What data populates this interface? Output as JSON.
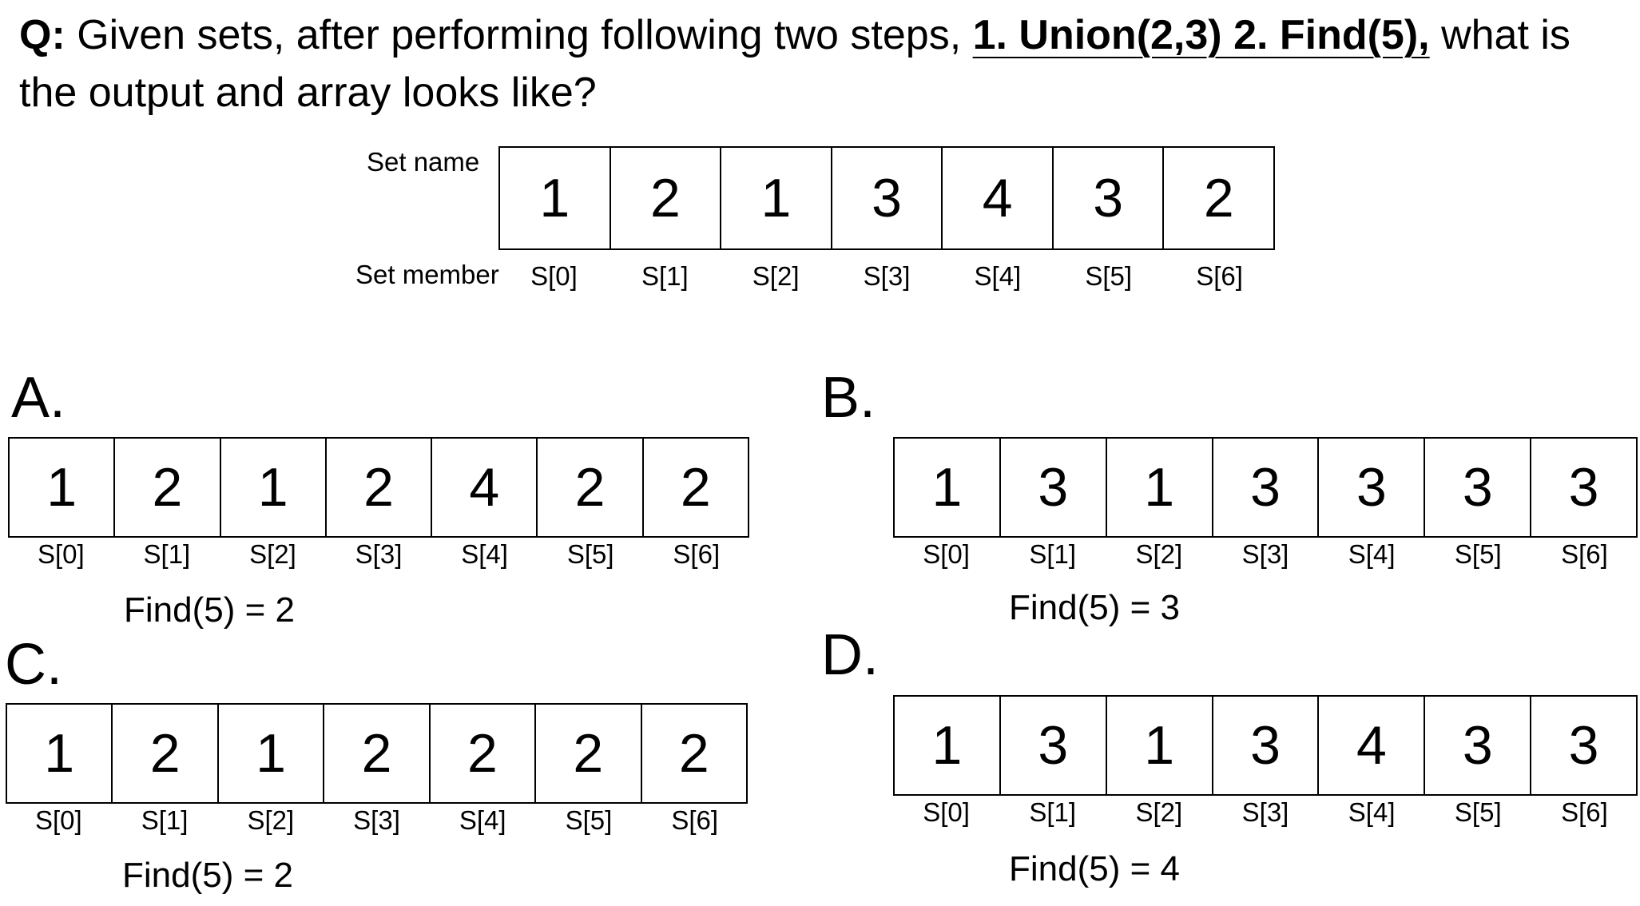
{
  "question": {
    "label": "Q:",
    "text": " Given sets, after performing following two steps, ",
    "steps": "1. Union(2,3)   2. Find(5),",
    "text_end": " what is the output and array looks like?"
  },
  "given": {
    "set_name_label": "Set name",
    "set_member_label": "Set member",
    "values": [
      "1",
      "2",
      "1",
      "3",
      "4",
      "3",
      "2"
    ],
    "indices": [
      "S[0]",
      "S[1]",
      "S[2]",
      "S[3]",
      "S[4]",
      "S[5]",
      "S[6]"
    ]
  },
  "options": [
    {
      "letter": "A.",
      "values": [
        "1",
        "2",
        "1",
        "2",
        "4",
        "2",
        "2"
      ],
      "indices": [
        "S[0]",
        "S[1]",
        "S[2]",
        "S[3]",
        "S[4]",
        "S[5]",
        "S[6]"
      ],
      "find": "Find(5) = 2"
    },
    {
      "letter": "B.",
      "values": [
        "1",
        "3",
        "1",
        "3",
        "3",
        "3",
        "3"
      ],
      "indices": [
        "S[0]",
        "S[1]",
        "S[2]",
        "S[3]",
        "S[4]",
        "S[5]",
        "S[6]"
      ],
      "find": "Find(5) = 3"
    },
    {
      "letter": "C.",
      "values": [
        "1",
        "2",
        "1",
        "2",
        "2",
        "2",
        "2"
      ],
      "indices": [
        "S[0]",
        "S[1]",
        "S[2]",
        "S[3]",
        "S[4]",
        "S[5]",
        "S[6]"
      ],
      "find": "Find(5) = 2"
    },
    {
      "letter": "D.",
      "values": [
        "1",
        "3",
        "1",
        "3",
        "4",
        "3",
        "3"
      ],
      "indices": [
        "S[0]",
        "S[1]",
        "S[2]",
        "S[3]",
        "S[4]",
        "S[5]",
        "S[6]"
      ],
      "find": "Find(5) = 4"
    }
  ]
}
